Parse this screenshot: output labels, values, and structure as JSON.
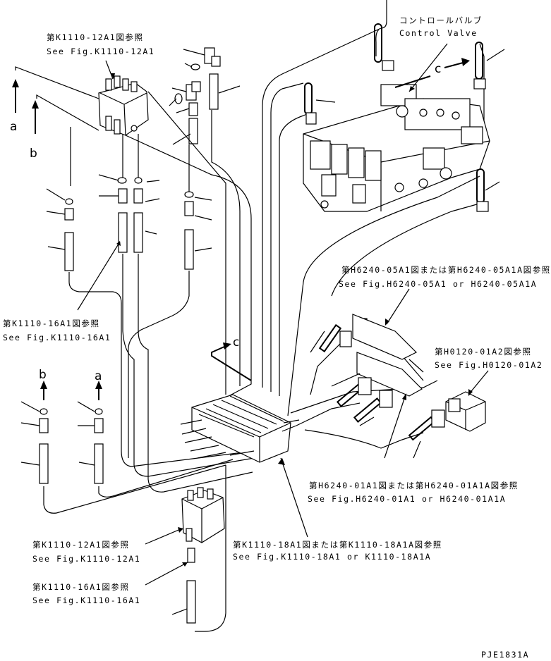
{
  "refs": {
    "control_valve_jp": "コントロールバルブ",
    "control_valve_en": "Control Valve",
    "k1110_12a1_top_jp": "第K1110-12A1図参照",
    "k1110_12a1_top_en": "See Fig.K1110-12A1",
    "k1110_16a1_left_jp": "第K1110-16A1図参照",
    "k1110_16a1_left_en": "See Fig.K1110-16A1",
    "h6240_05a1_jp": "第H6240-05A1図または第H6240-05A1A図参照",
    "h6240_05a1_en": "See Fig.H6240-05A1 or H6240-05A1A",
    "h0120_01a2_jp": "第H0120-01A2図参照",
    "h0120_01a2_en": "See Fig.H0120-01A2",
    "h6240_01a1_jp": "第H6240-01A1図または第H6240-01A1A図参照",
    "h6240_01a1_en": "See Fig.H6240-01A1 or H6240-01A1A",
    "k1110_12a1_bottom_jp": "第K1110-12A1図参照",
    "k1110_12a1_bottom_en": "See Fig.K1110-12A1",
    "k1110_18a1_jp": "第K1110-18A1図または第K1110-18A1A図参照",
    "k1110_18a1_en": "See Fig.K1110-18A1 or K1110-18A1A",
    "k1110_16a1_bottom_jp": "第K1110-16A1図参照",
    "k1110_16a1_bottom_en": "See Fig.K1110-16A1"
  },
  "markers": {
    "a_top": "a",
    "b_top": "b",
    "b_bottom": "b",
    "a_bottom": "a",
    "c_valve": "c",
    "c_mid": "c"
  },
  "drawing_code": "PJE1831A"
}
